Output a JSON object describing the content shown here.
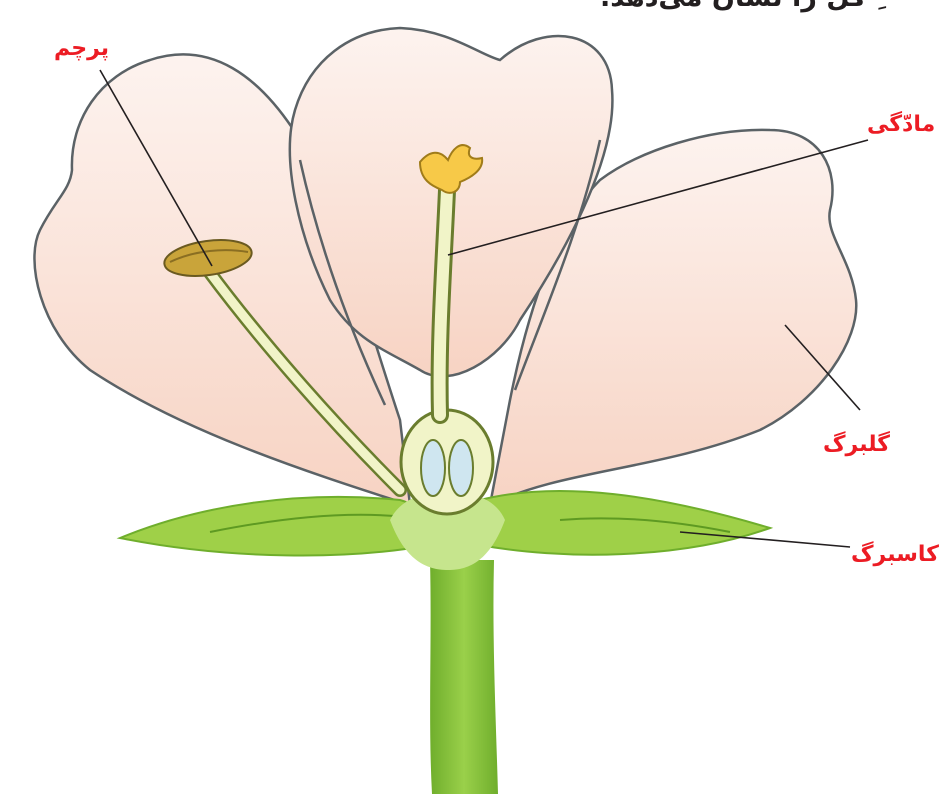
{
  "caption": "ِ گل را نشان می‌دهد.",
  "labels": {
    "stamen": "پرچم",
    "pistil": "مادّگی",
    "petal": "گلبرگ",
    "sepal": "کاسبرگ"
  },
  "colors": {
    "label_text": "#ec1c24",
    "caption_text": "#231f20",
    "petal_fill": "#fbe3da",
    "petal_outline": "#5b6266",
    "stem_green": "#8cc63f",
    "sepal_green": "#9fd048",
    "anther": "#c9a43a",
    "stigma": "#f7c948",
    "leader_line": "#231f20"
  }
}
